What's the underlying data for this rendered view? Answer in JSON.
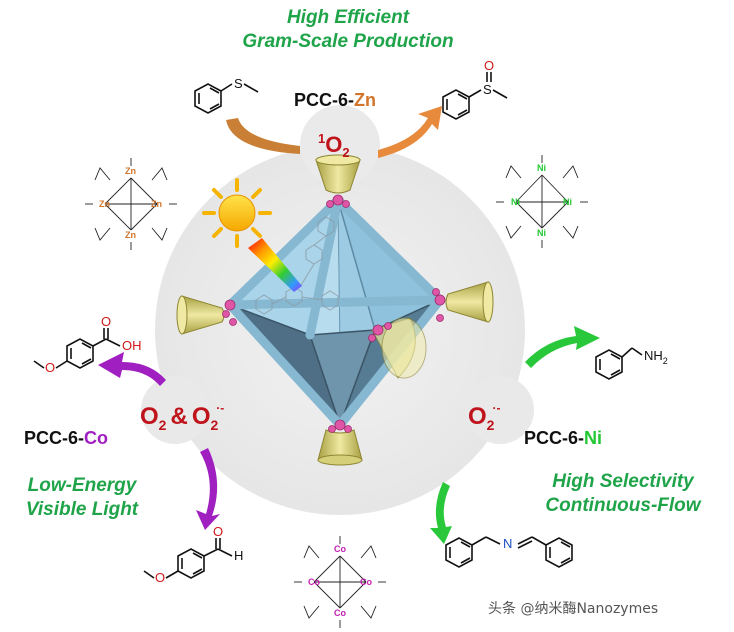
{
  "top_caption": {
    "line1": "High Efficient",
    "line2": "Gram-Scale Production"
  },
  "left_caption": {
    "line1": "Low-Energy",
    "line2": "Visible Light"
  },
  "right_caption": {
    "line1": "High Selectivity",
    "line2": "Continuous-Flow"
  },
  "cage_labels": {
    "zn": {
      "prefix": "PCC-6-",
      "metal": "Zn"
    },
    "co": {
      "prefix": "PCC-6-",
      "metal": "Co"
    },
    "ni": {
      "prefix": "PCC-6-",
      "metal": "Ni"
    }
  },
  "species": {
    "singlet_oxygen_sup": "1",
    "singlet_oxygen": "O",
    "singlet_oxygen_sub": "2",
    "co_species_a": "O",
    "co_species_a_sub": "2",
    "co_species_amp": "&",
    "co_species_b": "O",
    "co_species_b_sub": "2",
    "co_species_b_sup": "·-",
    "ni_species": "O",
    "ni_species_sub": "2",
    "ni_species_sup": "·-"
  },
  "molecule_labels": {
    "sulfide_s": "S",
    "sulfoxide_s": "S",
    "sulfoxide_o": "O",
    "acid_o": "O",
    "acid_oh": "OH",
    "anisole_o1": "O",
    "anisole_o2": "O",
    "aldehyde_o": "O",
    "aldehyde_h": "H",
    "amine": "NH",
    "amine_sub": "2",
    "imine_n": "N"
  },
  "cluster_metals": {
    "zn": "Zn",
    "ni": "Ni",
    "co": "Co"
  },
  "colors": {
    "green": "#1fa44a",
    "zn": "#d2742a",
    "co": "#a01fc0",
    "ni": "#21c832",
    "red": "#c0141c",
    "cage_blue": "#a9d4ea",
    "funnel": "#d9d07a"
  },
  "watermark": "头条 @纳米酶Nanozymes"
}
